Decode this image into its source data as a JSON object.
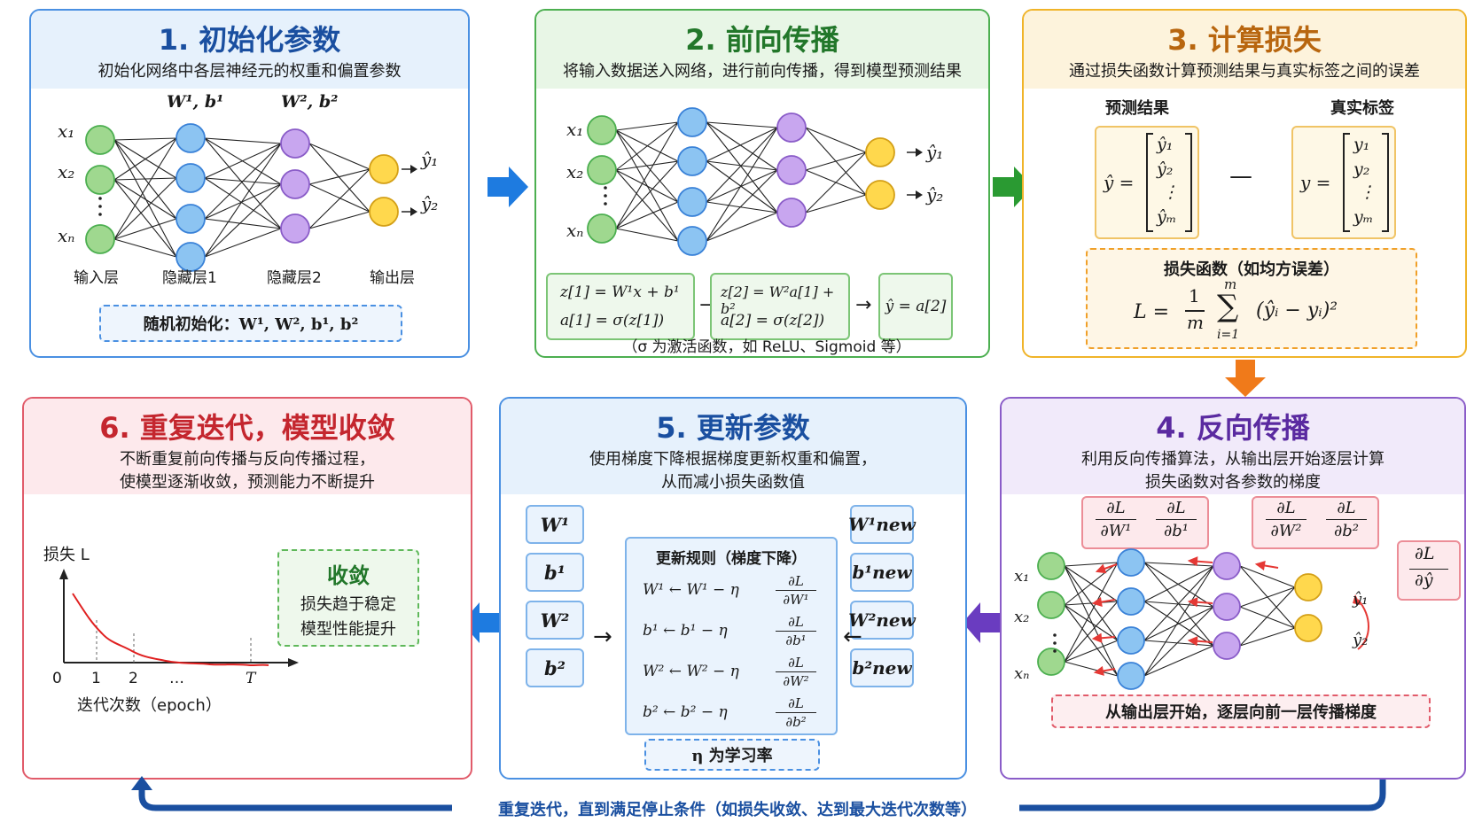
{
  "colors": {
    "blue": "#4a90e2",
    "green": "#4caf50",
    "yellow": "#f0b429",
    "purple": "#8a5cc8",
    "red": "#e15b6a",
    "darkblue": "#1a4fa0"
  },
  "step1": {
    "title": "1. 初始化参数",
    "subtitle": "初始化网络中各层神经元的权重和偏置参数",
    "w1_label": "W¹, b¹",
    "w2_label": "W², b²",
    "inputs": [
      "x₁",
      "x₂",
      "xₙ"
    ],
    "outputs": [
      "ŷ₁",
      "ŷ₂"
    ],
    "layers": [
      "输入层",
      "隐藏层1",
      "隐藏层2",
      "输出层"
    ],
    "random_init": "随机初始化：W¹, W², b¹, b²"
  },
  "step2": {
    "title": "2. 前向传播",
    "subtitle": "将输入数据送入网络，进行前向传播，得到模型预测结果",
    "inputs": [
      "x₁",
      "x₂",
      "xₙ"
    ],
    "outputs": [
      "ŷ₁",
      "ŷ₂"
    ],
    "eq1a": "z[1] = W¹x + b¹",
    "eq1b": "a[1] = σ(z[1])",
    "eq2a": "z[2] = W²a[1] + b²",
    "eq2b": "a[2] = σ(z[2])",
    "eq3": "ŷ = a[2]",
    "note": "（σ 为激活函数，如 ReLU、Sigmoid 等）"
  },
  "step3": {
    "title": "3. 计算损失",
    "subtitle": "通过损失函数计算预测结果与真实标签之间的误差",
    "pred_label": "预测结果",
    "true_label": "真实标签",
    "pred_vec_lhs": "ŷ =",
    "pred_vec": [
      "ŷ₁",
      "ŷ₂",
      "⋮",
      "ŷₘ"
    ],
    "minus": "—",
    "true_vec_lhs": "y =",
    "true_vec": [
      "y₁",
      "y₂",
      "⋮",
      "yₘ"
    ],
    "loss_title": "损失函数（如均方误差）",
    "loss_lhs": "L =",
    "loss_frac_num": "1",
    "loss_frac_den": "m",
    "loss_sum_top": "m",
    "loss_sum_sym": "∑",
    "loss_sum_bot": "i=1",
    "loss_term": "(ŷᵢ − yᵢ)²"
  },
  "step4": {
    "title": "4. 反向传播",
    "subtitle_line1": "利用反向传播算法，从输出层开始逐层计算",
    "subtitle_line2": "损失函数对各参数的梯度",
    "grads": [
      {
        "num": "∂L",
        "den": "∂W¹"
      },
      {
        "num": "∂L",
        "den": "∂b¹"
      },
      {
        "num": "∂L",
        "den": "∂W²"
      },
      {
        "num": "∂L",
        "den": "∂b²"
      }
    ],
    "grad_out": {
      "num": "∂L",
      "den": "∂ŷ"
    },
    "inputs": [
      "x₁",
      "x₂",
      "xₙ"
    ],
    "outputs": [
      "ŷ₁",
      "ŷ₂"
    ],
    "note": "从输出层开始，逐层向前一层传播梯度"
  },
  "step5": {
    "title": "5. 更新参数",
    "subtitle_line1": "使用梯度下降根据梯度更新权重和偏置，",
    "subtitle_line2": "从而减小损失函数值",
    "params": [
      "W¹",
      "b¹",
      "W²",
      "b²"
    ],
    "new_params": [
      "W¹new",
      "b¹new",
      "W²new",
      "b²new"
    ],
    "rule_title": "更新规则（梯度下降）",
    "rules": [
      {
        "lhs": "W¹ ← W¹ − η",
        "num": "∂L",
        "den": "∂W¹"
      },
      {
        "lhs": "b¹ ← b¹ − η",
        "num": "∂L",
        "den": "∂b¹"
      },
      {
        "lhs": "W² ← W² − η",
        "num": "∂L",
        "den": "∂W²"
      },
      {
        "lhs": "b² ← b² − η",
        "num": "∂L",
        "den": "∂b²"
      }
    ],
    "lr_note": "η 为学习率"
  },
  "step6": {
    "title": "6. 重复迭代，模型收敛",
    "subtitle_line1": "不断重复前向传播与反向传播过程，",
    "subtitle_line2": "使模型逐渐收敛，预测能力不断提升",
    "ylabel": "损失 L",
    "xlabel": "迭代次数（epoch）",
    "ticks": [
      "0",
      "1",
      "2",
      "…",
      "T"
    ],
    "converge_title": "收敛",
    "converge_line1": "损失趋于稳定",
    "converge_line2": "模型性能提升"
  },
  "loop_text": "重复迭代，直到满足停止条件（如损失收敛、达到最大迭代次数等）"
}
